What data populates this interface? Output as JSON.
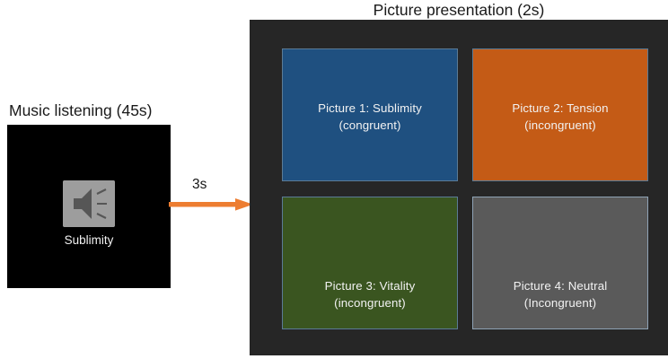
{
  "diagram": {
    "type": "experimental-trial-timeline",
    "stages": [
      {
        "id": "music-listening",
        "label": "Music listening  (45s)",
        "duration": "45s",
        "screen_background": "#000000",
        "icon": "speaker-icon",
        "caption": "Sublimity"
      },
      {
        "id": "picture-presentation",
        "label": "Picture presentation (2s)",
        "duration": "2s",
        "screen_background": "#262626"
      }
    ],
    "transition": {
      "id": "inter-stimulus-interval",
      "label": "3s",
      "color": "#ED7D31",
      "direction": "left-to-right"
    },
    "pictures": [
      {
        "position": "top-left",
        "line1": "Picture 1: Sublimity",
        "line2": "(congruent)",
        "color": "#1F5080",
        "border_color": "#5b7b96"
      },
      {
        "position": "top-right",
        "line1": "Picture 2: Tension",
        "line2": "(incongruent)",
        "color": "#C45B16",
        "border_color": "#5b7b96"
      },
      {
        "position": "bottom-left",
        "line1": "Picture 3: Vitality",
        "line2": "(incongruent)",
        "color": "#3A5520",
        "border_color": "#5b7b96"
      },
      {
        "position": "bottom-right",
        "line1": "Picture 4: Neutral",
        "line2": "(Incongruent)",
        "color": "#5A5A5A",
        "border_color": "#8fa3b5"
      }
    ]
  }
}
